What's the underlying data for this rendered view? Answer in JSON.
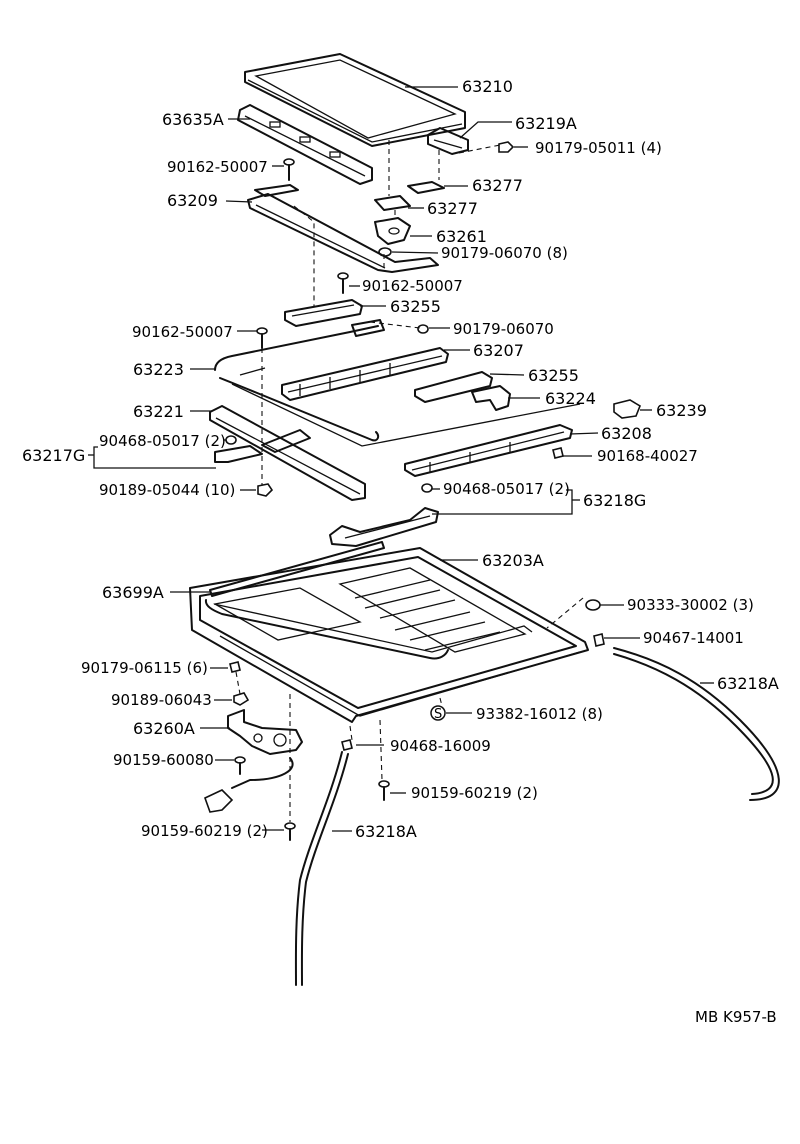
{
  "labels": {
    "p63210": "63210",
    "p63635A": "63635A",
    "p63219A": "63219A",
    "p90179_05011": "90179-05011 (4)",
    "p90162_50007_a": "90162-50007",
    "p63209": "63209",
    "p63277_a": "63277",
    "p63277_b": "63277",
    "p63261": "63261",
    "p90179_06070_8": "90179-06070 (8)",
    "p90162_50007_b": "90162-50007",
    "p63255_a": "63255",
    "p90162_50007_c": "90162-50007",
    "p90179_06070": "90179-06070",
    "p63207": "63207",
    "p63223": "63223",
    "p63255_b": "63255",
    "p63224": "63224",
    "p63221": "63221",
    "p63239": "63239",
    "p63208": "63208",
    "p90468_05017_a": "90468-05017 (2)",
    "p63217G": "63217G",
    "p90168_40027": "90168-40027",
    "p90189_05044": "90189-05044 (10)",
    "p90468_05017_b": "90468-05017 (2)",
    "p63218G": "63218G",
    "p63203A": "63203A",
    "p63699A": "63699A",
    "p90333_30002": "90333-30002 (3)",
    "p90467_14001": "90467-14001",
    "p90179_06115": "90179-06115 (6)",
    "p63218A_a": "63218A",
    "p90189_06043": "90189-06043",
    "p63260A": "63260A",
    "p93382_16012": "93382-16012 (8)",
    "s_mark": "S",
    "p90468_16009": "90468-16009",
    "p90159_60080": "90159-60080",
    "p90159_60219_a": "90159-60219 (2)",
    "p90159_60219_b": "90159-60219 (2)",
    "p63218A_b": "63218A",
    "catalog_code": "MB K957-B"
  },
  "colors": {
    "line": "#111111",
    "background": "#ffffff"
  }
}
